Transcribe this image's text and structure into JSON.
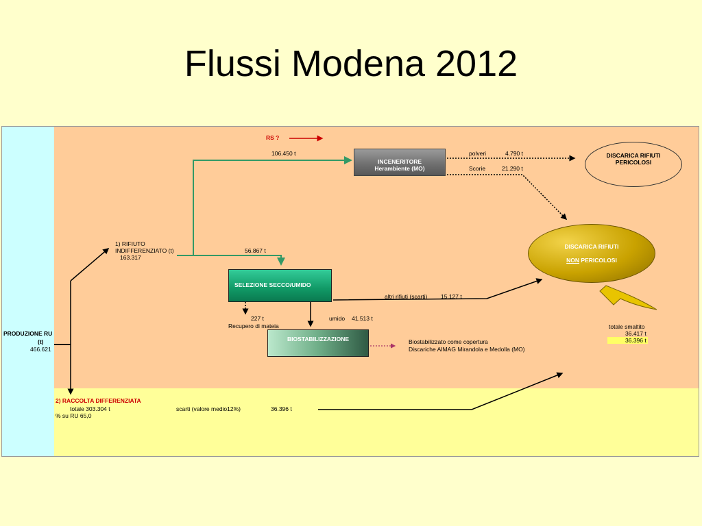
{
  "title": "Flussi Modena 2012",
  "rs_label": "RS ?",
  "produzione": {
    "label": "PRODUZIONE RU",
    "unit": "(t)",
    "value": "466.621"
  },
  "rifiuto": {
    "line1": "1) RIFIUTO",
    "line2": "INDIFFERENZIATO (t)",
    "value": "163.317"
  },
  "flow_to_incen": "106.450  t",
  "flow_to_selez": "56.867  t",
  "incen": {
    "line1": "INCENERITORE",
    "line2": "Herambiente (MO)"
  },
  "polveri": {
    "label": "polveri",
    "value": "4.790  t"
  },
  "scorie": {
    "label": "Scorie",
    "value": "21.290  t"
  },
  "discarica_peric": {
    "line1": "DISCARICA RIFIUTI",
    "line2": "PERICOLOSI"
  },
  "discarica_non": {
    "line1": "DISCARICA RIFIUTI",
    "non": "NON",
    "rest": " PERICOLOSI"
  },
  "selez": {
    "label": "SELEZIONE SECCO/UMIDO"
  },
  "altri": {
    "label": "altri rifiuti (scarti)",
    "value": "15.127     t"
  },
  "recupero": {
    "value": "227  t",
    "label": "Recupero di mateia"
  },
  "umido": {
    "label": "umido",
    "value": "41.513  t"
  },
  "biost": {
    "label": "BIOSTABILIZZAZIONE"
  },
  "biost_note": {
    "line1": "Biostabilizzato come copertura",
    "line2": "Discariche AIMAG  Mirandola  e Medolla (MO)"
  },
  "smaltito": {
    "label": "totale  smaltito",
    "value1": "36.417  t",
    "value2": "36.396 t"
  },
  "raccolta": {
    "title": "2) RACCOLTA DIFFERENZIATA",
    "totale": "totale   303.304  t",
    "perc": "% su RU       65,0",
    "scarti_label": "scarti (valore medio12%)",
    "scarti_value": "36.396 t"
  }
}
